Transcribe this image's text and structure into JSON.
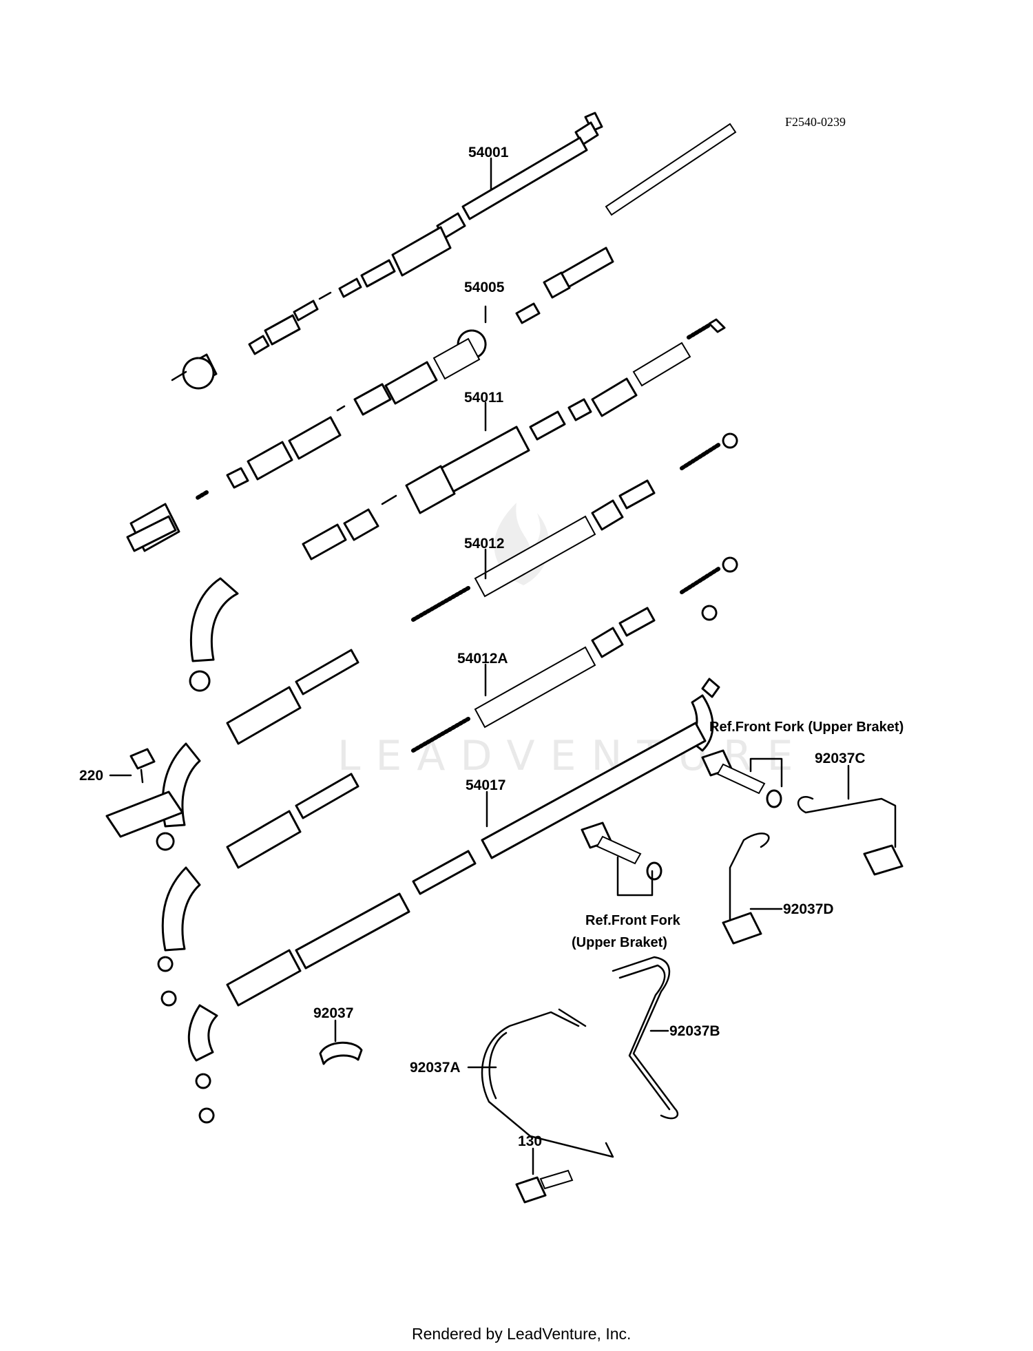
{
  "diagram_code": "F2540-0239",
  "watermark": "LEADVENTURE",
  "footer": "Rendered by LeadVenture, Inc.",
  "parts": [
    {
      "id": "p54001",
      "label": "54001"
    },
    {
      "id": "p54005",
      "label": "54005"
    },
    {
      "id": "p54011",
      "label": "54011"
    },
    {
      "id": "p54012",
      "label": "54012"
    },
    {
      "id": "p54012A",
      "label": "54012A"
    },
    {
      "id": "p54017",
      "label": "54017"
    },
    {
      "id": "p220",
      "label": "220"
    },
    {
      "id": "p92037",
      "label": "92037"
    },
    {
      "id": "p92037A",
      "label": "92037A"
    },
    {
      "id": "p92037B",
      "label": "92037B"
    },
    {
      "id": "p92037C",
      "label": "92037C"
    },
    {
      "id": "p92037D",
      "label": "92037D"
    },
    {
      "id": "p130",
      "label": "130"
    }
  ],
  "references": {
    "upper": "Ref.Front Fork (Upper Braket)",
    "lower_line1": "Ref.Front Fork",
    "lower_line2": "(Upper Braket)"
  }
}
